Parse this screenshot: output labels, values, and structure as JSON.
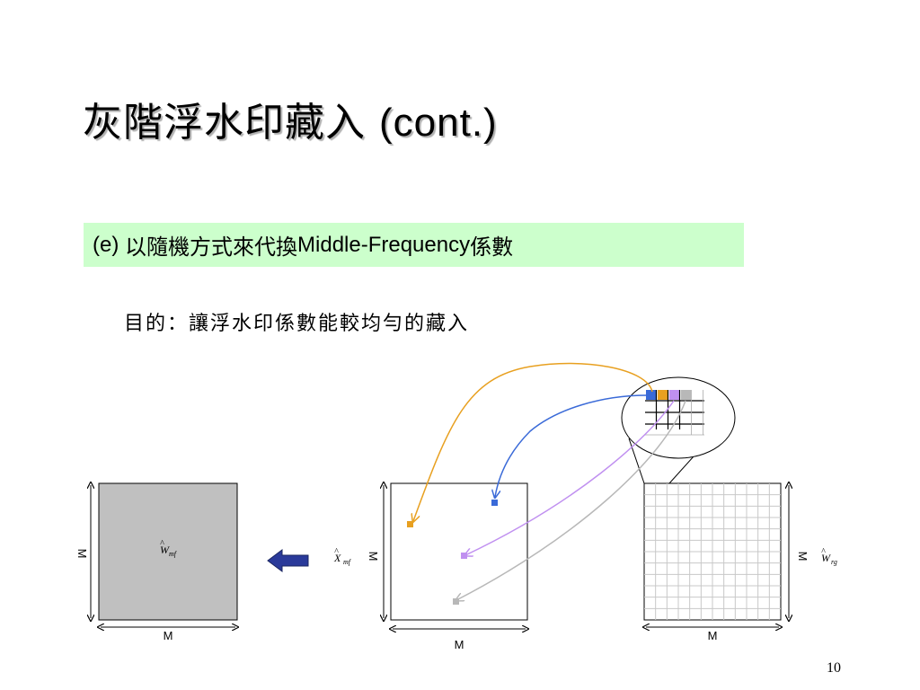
{
  "slide": {
    "title_cjk": "灰階浮水印藏入",
    "title_latin": "(cont.)",
    "bullet_prefix": "(e)",
    "bullet_cjk": "以隨機方式來代換",
    "bullet_latin": "Middle-Frequency",
    "bullet_suffix": "係數",
    "purpose": "目的：讓浮水印係數能較均勻的藏入",
    "page_number": "10"
  },
  "diagram": {
    "dim_label": "M",
    "left_matrix": {
      "symbol": "W",
      "subscript": "mf",
      "fill": "#c0c0c0"
    },
    "middle_matrix": {
      "symbol": "X",
      "subscript": "mf"
    },
    "right_matrix": {
      "symbol": "W",
      "subscript": "rg"
    },
    "colors": {
      "orange": "#e8a020",
      "blue": "#3a6ad8",
      "violet": "#c090f0",
      "gray": "#b8b8b8",
      "arrow_fill": "#2a3a9a"
    }
  }
}
